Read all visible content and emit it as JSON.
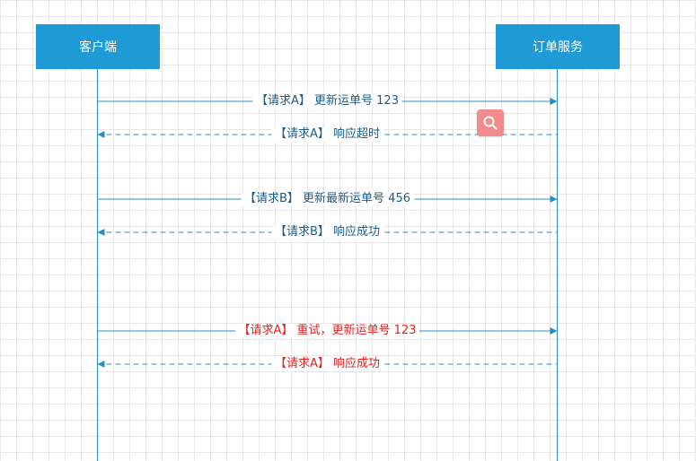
{
  "actors": {
    "client": "客户端",
    "service": "订单服务"
  },
  "colors": {
    "actor_fill": "#1e9bd7",
    "line": "#2a8fbf",
    "text_normal": "#1a5a88",
    "text_highlight": "#e41e1e",
    "search_button": "#f28b8b"
  },
  "messages": [
    {
      "label": "【请求A】 更新运单号 123",
      "direction": "request",
      "highlight": false
    },
    {
      "label": "【请求A】 响应超时",
      "direction": "response",
      "highlight": false
    },
    {
      "label": "【请求B】 更新最新运单号 456",
      "direction": "request",
      "highlight": false
    },
    {
      "label": "【请求B】 响应成功",
      "direction": "response",
      "highlight": false
    },
    {
      "label": "【请求A】 重试，更新运单号 123",
      "direction": "request",
      "highlight": true
    },
    {
      "label": "【请求A】 响应成功",
      "direction": "response",
      "highlight": true
    }
  ],
  "overlay": {
    "icon": "search-icon"
  }
}
